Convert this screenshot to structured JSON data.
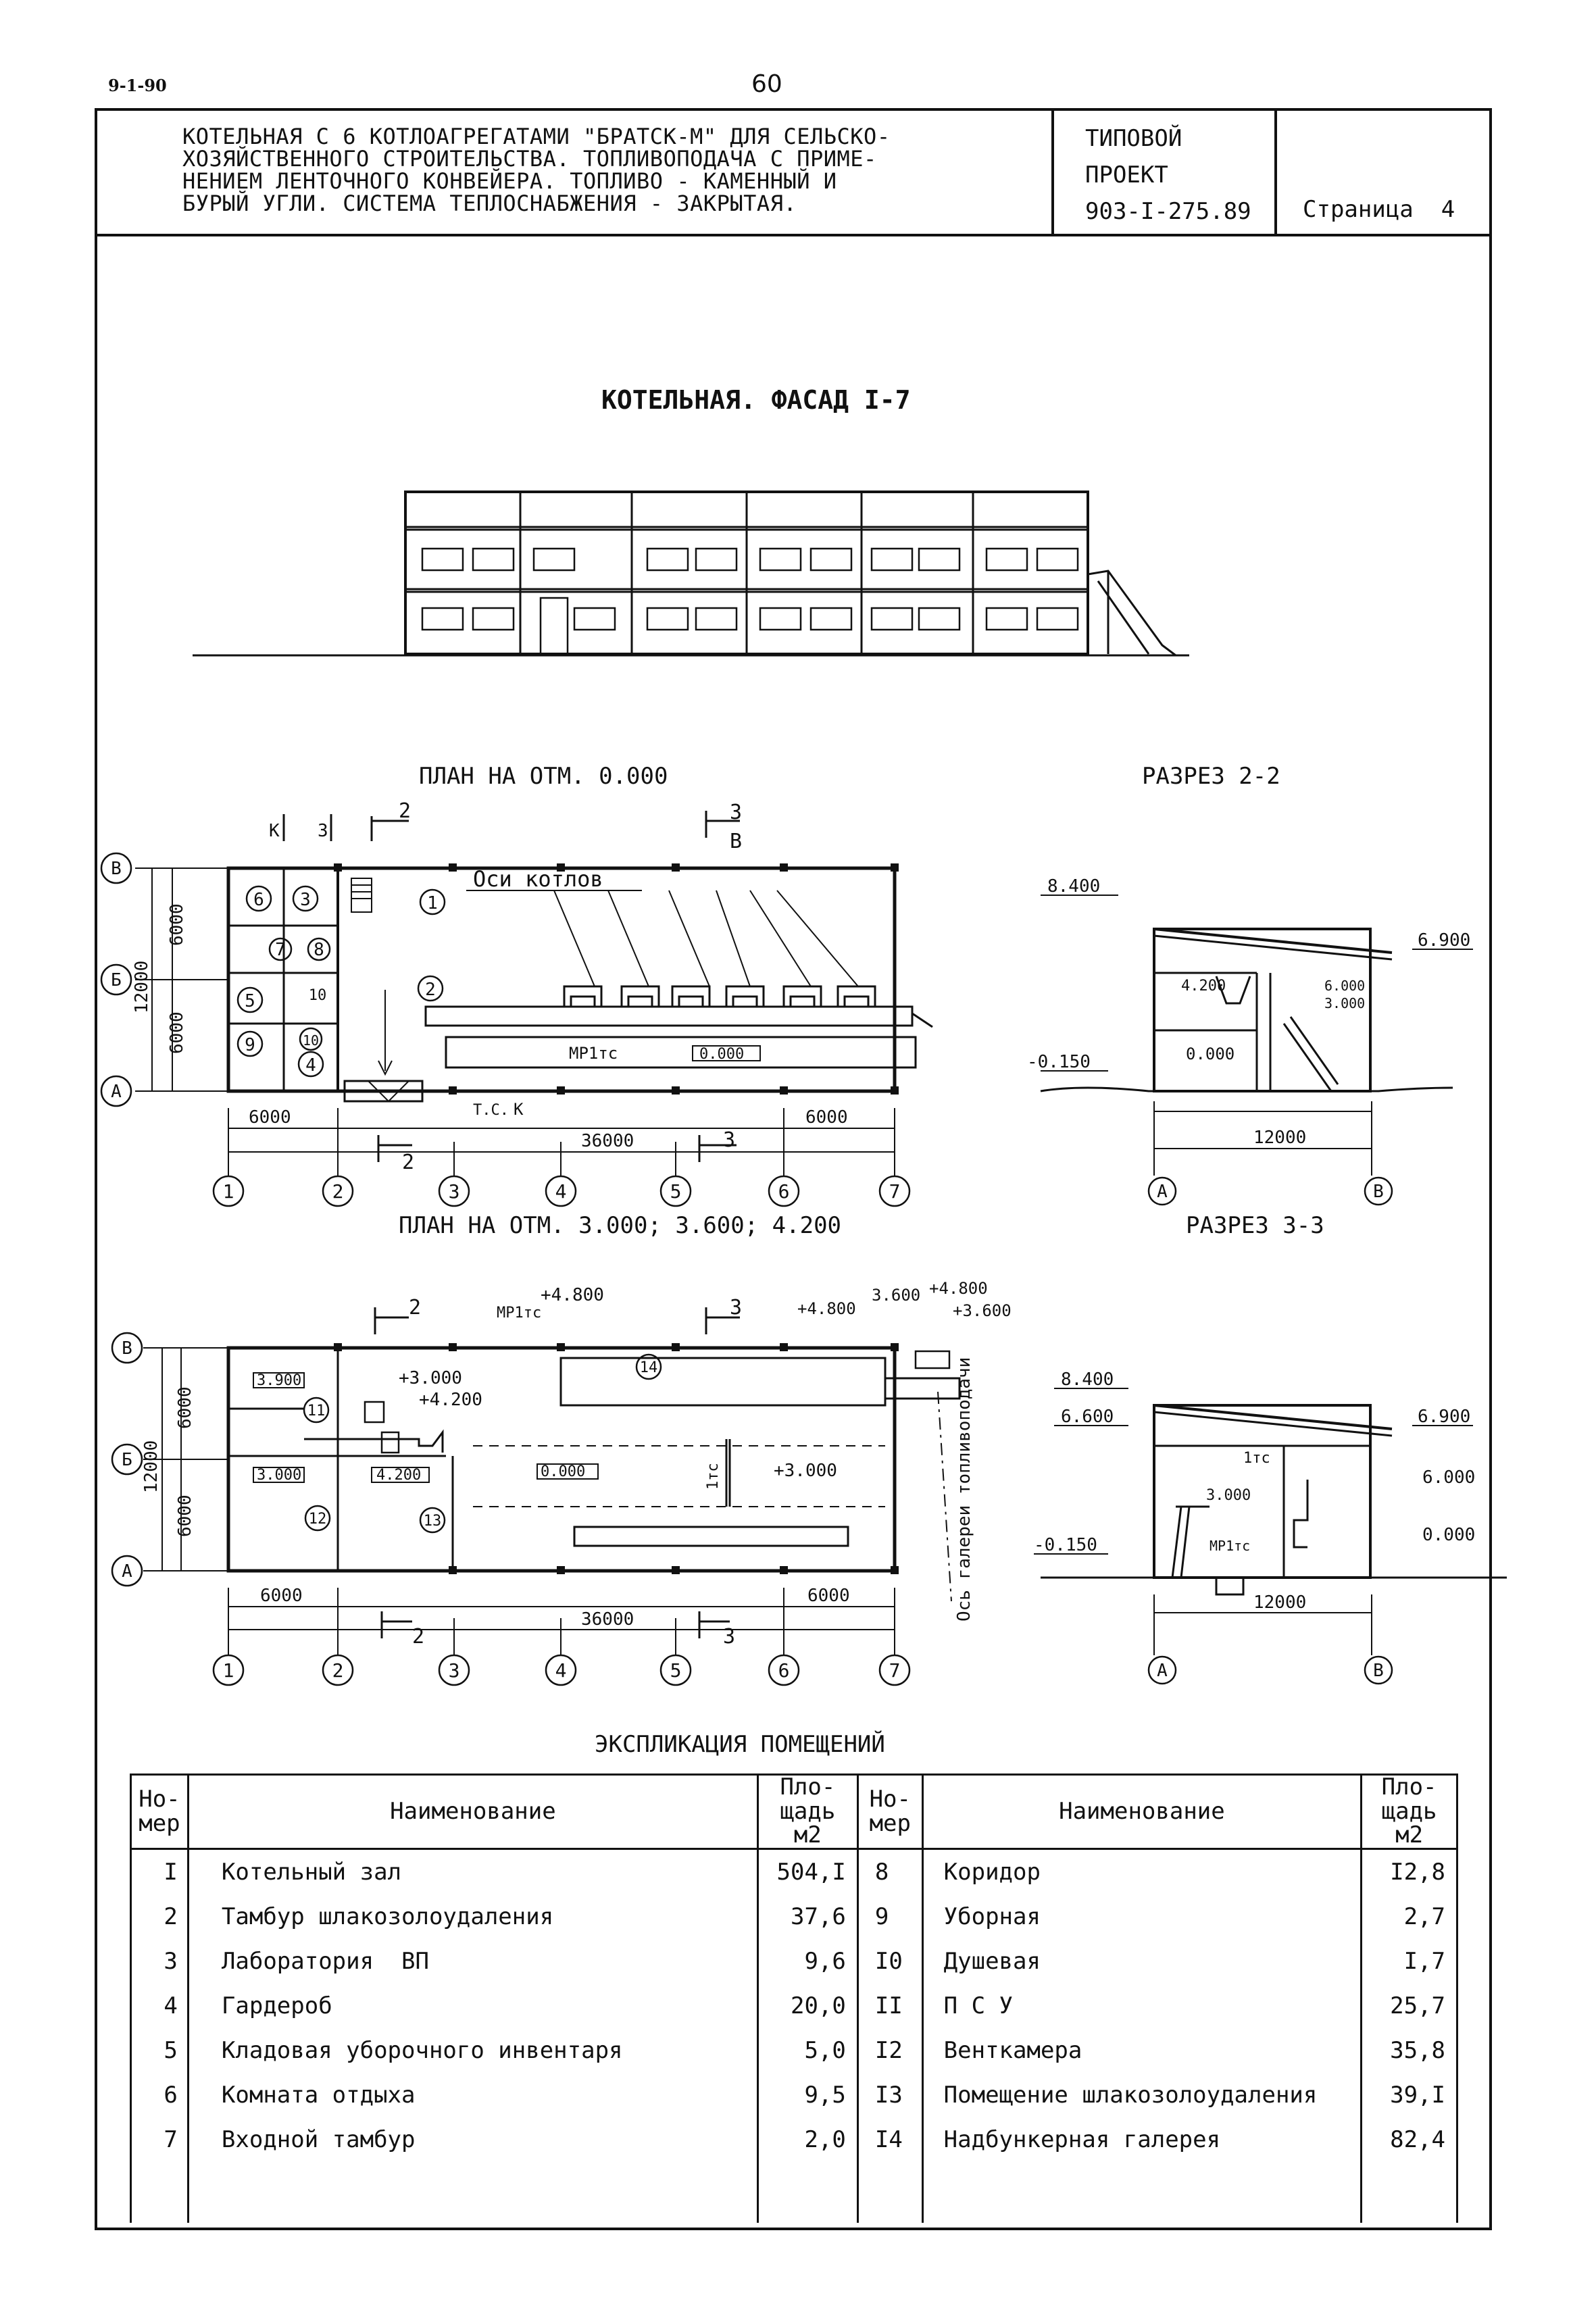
{
  "header": {
    "left_code": "9-1-90",
    "page_number": "60",
    "title_lines": [
      "КОТЕЛЬНАЯ С 6 КОТЛОАГРЕГАТАМИ \"БРАТСК-М\" ДЛЯ СЕЛЬСКО-",
      "ХОЗЯЙСТВЕННОГО СТРОИТЕЛЬСТВА. ТОПЛИВОПОДАЧА С ПРИМЕ-",
      "НЕНИЕМ ЛЕНТОЧНОГО КОНВЕЙЕРА. ТОПЛИВО - КАМЕННЫЙ И",
      "БУРЫЙ УГЛИ. СИСТЕМА ТЕПЛОСНАБЖЕНИЯ - ЗАКРЫТАЯ."
    ],
    "project_lines": [
      "ТИПОВОЙ",
      "ПРОЕКТ",
      "903-I-275.89"
    ],
    "sheet_label": "Страница  4"
  },
  "drawing": {
    "facade_title": "КОТЕЛЬНАЯ. ФАСАД I-7",
    "plan1_title": "ПЛАН НА ОТМ. 0.000",
    "plan2_title": "ПЛАН НА ОТМ. 3.000; 3.600; 4.200",
    "section22_title": "РАЗРЕЗ 2-2",
    "section33_title": "РАЗРЕЗ 3-3",
    "axes_numbers": [
      "1",
      "2",
      "3",
      "4",
      "5",
      "6",
      "7"
    ],
    "axes_letters": [
      "В",
      "Б",
      "А"
    ],
    "section_axes": [
      "А",
      "В"
    ],
    "dim_6000": "6000",
    "dim_12000": "12000",
    "dim_36000": "36000",
    "boiler_axes_label": "Оси котлов",
    "mark_mp1tc": "МР1тс",
    "mark_1tc": "1тс",
    "mark_tc_k": "Т.С.",
    "gallery_axis_label": "Ось галереи топливоподачи",
    "cut_2": "2",
    "cut_3": "3",
    "cut_k": "К",
    "cut_z": "З",
    "cut_v": "В",
    "plan1_rooms": [
      "1",
      "2",
      "3",
      "4",
      "5",
      "6",
      "7",
      "8",
      "9",
      "10"
    ],
    "plan1_room_marks": {
      "r10a": "10",
      "zero": "0.000"
    },
    "plan2_rooms": [
      "11",
      "12",
      "13",
      "14"
    ],
    "plan2_levels": {
      "l3900": "3.900",
      "l3000a": "3.000",
      "l4200a": "4.200",
      "l0000": "0.000",
      "l3000b": "+3.000",
      "l3000c": "+3.000",
      "l4200b": "+4.200",
      "l4800a": "+4.800",
      "l4800b": "+4.800",
      "l4800c": "+4.800",
      "l3600a": "3.600",
      "l3600b": "+3.600"
    },
    "section22_levels": {
      "top": "8.400",
      "right": "6.900",
      "l4200": "4.200",
      "l6000": "6.000",
      "l3000": "3.000",
      "l0000": "0.000",
      "ground": "-0.150"
    },
    "section33_levels": {
      "top": "8.400",
      "l6600": "6.600",
      "right": "6.900",
      "l6000": "6.000",
      "l3000": "3.000",
      "l0000": "0.000",
      "ground": "-0.150",
      "mp1tc": "МР1тс",
      "tc": "1тс"
    }
  },
  "explication": {
    "title": "ЭКСПЛИКАЦИЯ ПОМЕЩЕНИЙ",
    "headers": {
      "num": "Но-\nмер",
      "name": "Наименование",
      "area": "Пло-\nщадь\nм2"
    },
    "headers_right": {
      "num": "Но-\nмер",
      "name": "Наименование",
      "area": "Пло-\nщадь\nм2"
    },
    "left": [
      {
        "num": "I",
        "name": "Котельный зал",
        "area": "504,I"
      },
      {
        "num": "2",
        "name": "Тамбур шлакозолоудаления",
        "area": "37,6"
      },
      {
        "num": "3",
        "name": "Лаборатория  ВП",
        "area": "9,6"
      },
      {
        "num": "4",
        "name": "Гардероб",
        "area": "20,0"
      },
      {
        "num": "5",
        "name": "Кладовая уборочного инвентаря",
        "area": "5,0"
      },
      {
        "num": "6",
        "name": "Комната отдыха",
        "area": "9,5"
      },
      {
        "num": "7",
        "name": "Входной тамбур",
        "area": "2,0"
      }
    ],
    "right": [
      {
        "num": "8",
        "name": "Коридор",
        "area": "I2,8"
      },
      {
        "num": "9",
        "name": "Уборная",
        "area": "2,7"
      },
      {
        "num": "I0",
        "name": "Душевая",
        "area": "I,7"
      },
      {
        "num": "II",
        "name": "П С У",
        "area": "25,7"
      },
      {
        "num": "I2",
        "name": "Венткамера",
        "area": "35,8"
      },
      {
        "num": "I3",
        "name": "Помещение шлакозолоудаления",
        "area": "39,I"
      },
      {
        "num": "I4",
        "name": "Надбункерная галерея",
        "area": "82,4"
      }
    ]
  }
}
